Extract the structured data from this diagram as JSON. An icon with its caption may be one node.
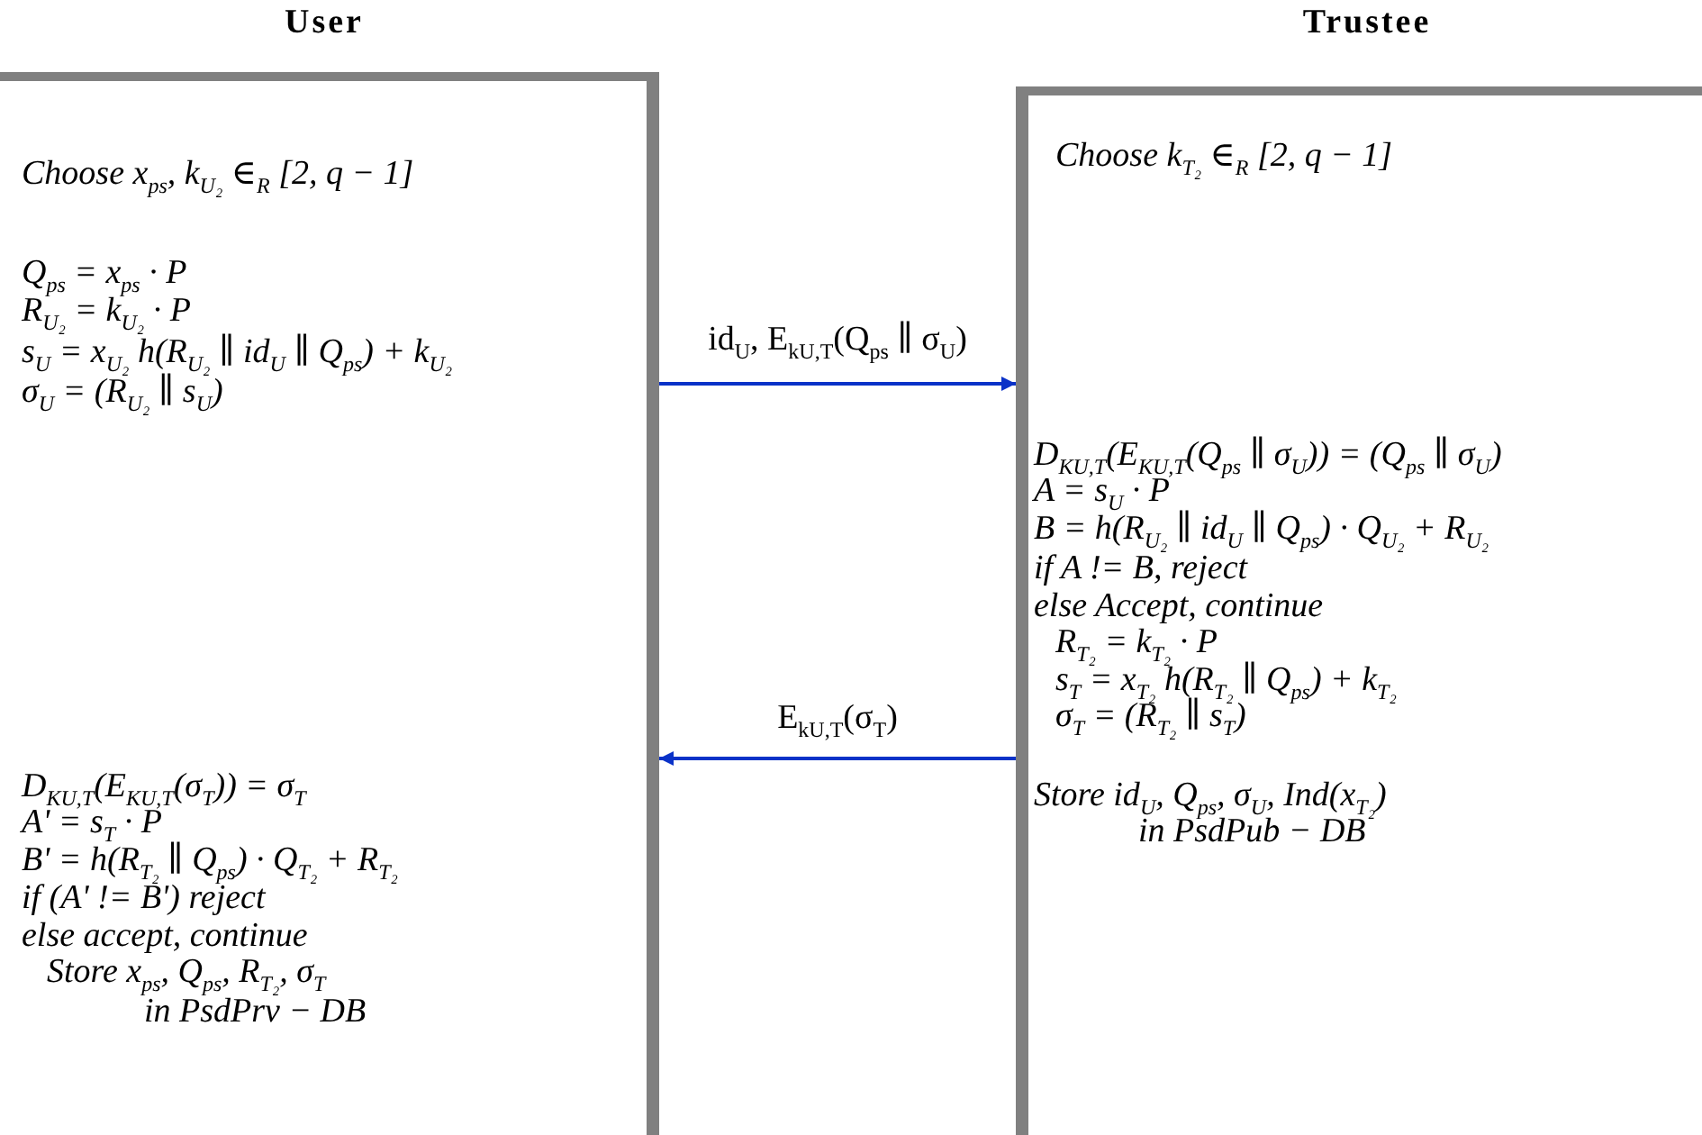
{
  "diagram": {
    "nodes": [
      {
        "text": [
          "User",
          "Choose x$_{ps}$, k$_{U₂}$ ∈$_{R}$ [2, q − 1]",
          "Q$_{ps}$ = x$_{ps}$ · P",
          "R$_{U₂}$ = k$_{U₂}$ · P",
          "s$_{U}$ = x$_{U₂}$ h(R$_{U₂}$ ∥ id$_{U}$ ∥ Q$_{ps}$) + k$_{U₂}$",
          "σ$_{U}$ = (R$_{U₂}$ ∥ s$_{U}$)",
          "D$_{KU,T}$(E$_{KU,T}$(σ$_{T}$)) = σ$_{T}$",
          "A' = s$_{T}$ · P",
          "B' = h(R$_{T₂}$ ∥ Q$_{ps}$) · Q$_{T₂}$ + R$_{T₂}$",
          "if (A' != B') reject",
          "else accept, continue",
          "Store x$_{ps}$, Q$_{ps}$, R$_{T₂}$, σ$_{T}$",
          "in PsdPrv − DB"
        ]
      },
      {
        "text": [
          "Trustee",
          "Choose k$_{T₂}$ ∈$_{R}$ [2, q − 1]",
          "D$_{KU,T}$(E$_{KU,T}$(Q$_{ps}$ ∥ σ$_{U}$)) = (Q$_{ps}$ ∥ σ$_{U}$)",
          "A = s$_{U}$ · P",
          "B = h(R$_{U₂}$ ∥ id$_{U}$ ∥ Q$_{ps}$) · Q$_{U₂}$ + R$_{U₂}$",
          "if A != B, reject",
          "else Accept, continue",
          "R$_{T₂}$ = k$_{T₂}$ · P",
          "s$_{T}$ = x$_{T₂}$ h(R$_{T₂}$ ∥ Q$_{ps}$) + k$_{T₂}$",
          "σ$_{T}$ = (R$_{T₂}$ ∥ s$_{T}$)",
          "Store id$_{U}$, Q$_{ps}$, σ$_{U}$, Ind(x$_{T₂}$)",
          "in PsdPub − DB"
        ]
      }
    ],
    "edges": [
      {
        "from": 0,
        "to": 1,
        "arrow": "to",
        "label": "id$_{U}$, E$_{kU,T}$(Q$_{ps}$ ∥ σ$_{U}$)"
      },
      {
        "from": 1,
        "to": 0,
        "arrow": "to",
        "label": "E$_{kU,T}$(σ$_{T}$)"
      }
    ]
  }
}
